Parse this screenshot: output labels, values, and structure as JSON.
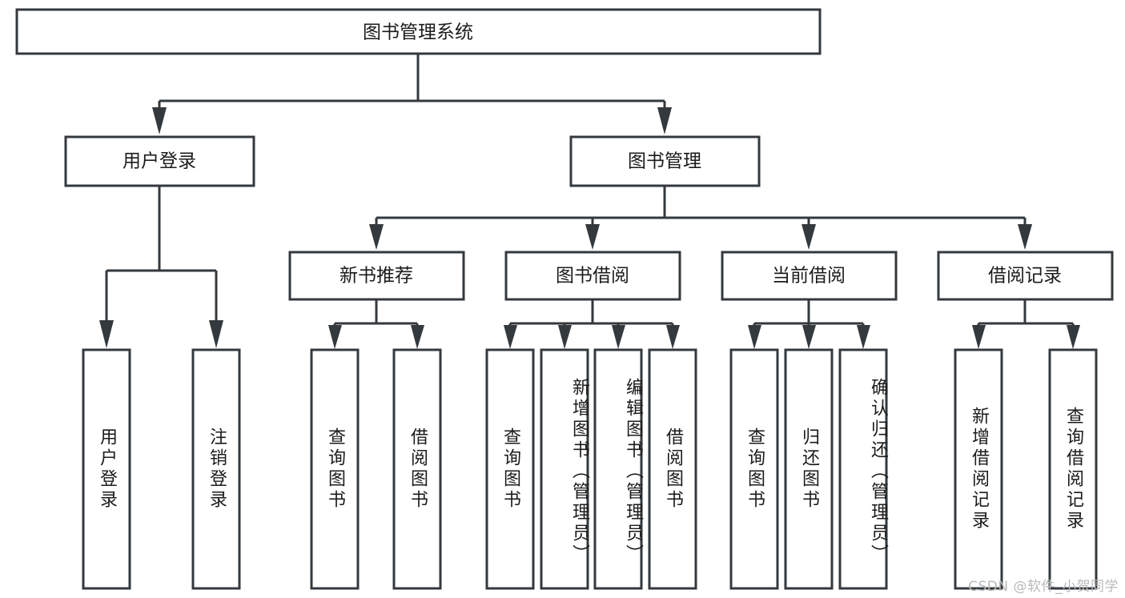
{
  "diagram": {
    "type": "tree-hierarchy-chart",
    "title": "图书管理系统",
    "root": {
      "label": "图书管理系统",
      "children": [
        {
          "label": "用户登录",
          "children": [
            {
              "label": "用户登录"
            },
            {
              "label": "注销登录"
            }
          ]
        },
        {
          "label": "图书管理",
          "children": [
            {
              "label": "新书推荐",
              "children": [
                {
                  "label": "查询图书"
                },
                {
                  "label": "借阅图书"
                }
              ]
            },
            {
              "label": "图书借阅",
              "children": [
                {
                  "label": "查询图书"
                },
                {
                  "label": "新增图书（管理员）"
                },
                {
                  "label": "编辑图书（管理员）"
                },
                {
                  "label": "借阅图书"
                }
              ]
            },
            {
              "label": "当前借阅",
              "children": [
                {
                  "label": "查询图书"
                },
                {
                  "label": "归还图书"
                },
                {
                  "label": "确认归还（管理员）"
                }
              ]
            },
            {
              "label": "借阅记录",
              "children": [
                {
                  "label": "新增借阅记录"
                },
                {
                  "label": "查询借阅记录"
                }
              ]
            }
          ]
        }
      ]
    }
  },
  "nodes": {
    "root": "图书管理系统",
    "user_login": "用户登录",
    "book_manage": "图书管理",
    "new_book_rec": "新书推荐",
    "book_borrow": "图书借阅",
    "current_borrow": "当前借阅",
    "borrow_record": "借阅记录",
    "leaf_user_login": "用户登录",
    "leaf_logout": "注销登录",
    "leaf_rec_query": "查询图书",
    "leaf_rec_borrow": "借阅图书",
    "leaf_brw_query": "查询图书",
    "leaf_brw_add": "新增图书（管理员）",
    "leaf_brw_edit": "编辑图书（管理员）",
    "leaf_brw_borrow": "借阅图书",
    "leaf_cur_query": "查询图书",
    "leaf_cur_return": "归还图书",
    "leaf_cur_confirm": "确认归还（管理员）",
    "leaf_rec_add": "新增借阅记录",
    "leaf_rec_search": "查询借阅记录"
  },
  "watermark": {
    "text": "CSDN @软件_小贺同学"
  },
  "colors": {
    "stroke": "#33393d",
    "fill": "#ffffff",
    "text": "#1b1b1b",
    "watermark": "#b9b9b9",
    "background": "#ffffff"
  }
}
